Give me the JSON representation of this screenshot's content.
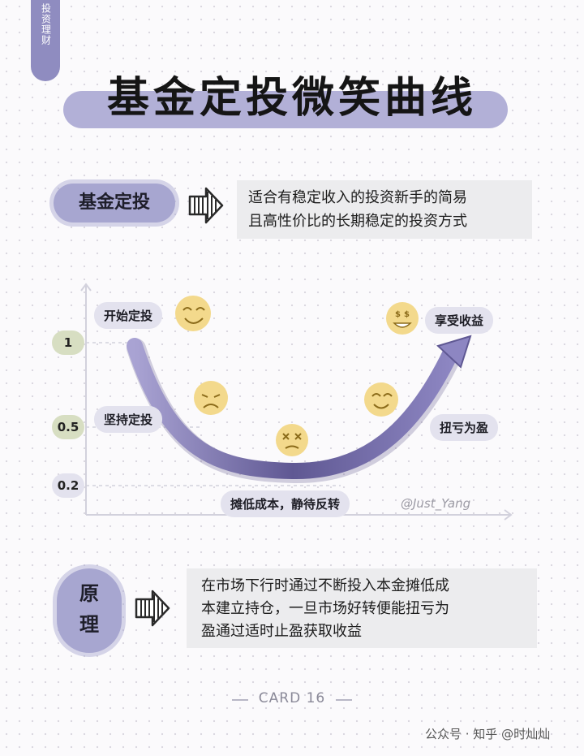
{
  "side_tab": "投资理财",
  "title": "基金定投微笑曲线",
  "definition": {
    "label": "基金定投",
    "lines": [
      "适合有稳定收入的投资新手的简易",
      "且高性价比的长期稳定的投资方式"
    ]
  },
  "chart": {
    "y_ticks": [
      "1",
      "0.5",
      "0.2"
    ],
    "stage_labels": {
      "start": "开始定投",
      "hold": "坚持定投",
      "bottom": "摊低成本，静待反转",
      "recover": "扭亏为盈",
      "enjoy": "享受收益"
    },
    "watermark": "@Just_Yang",
    "tick_colors": [
      "#d7dec2",
      "#d7dec2",
      "#e3e2ee"
    ]
  },
  "principle": {
    "label_top": "原",
    "label_bottom": "理",
    "lines": [
      "在市场下行时通过不断投入本金摊低成",
      "本建立持仓，一旦市场好转便能扭亏为",
      "盈通过适时止盈获取收益"
    ]
  },
  "footer": {
    "card": "CARD 16",
    "watermark": "公众号 · 知乎 @时灿灿"
  },
  "colors": {
    "accent": "#a7a6d0",
    "curve": "#7c74ad",
    "face": "#f3d98c"
  }
}
